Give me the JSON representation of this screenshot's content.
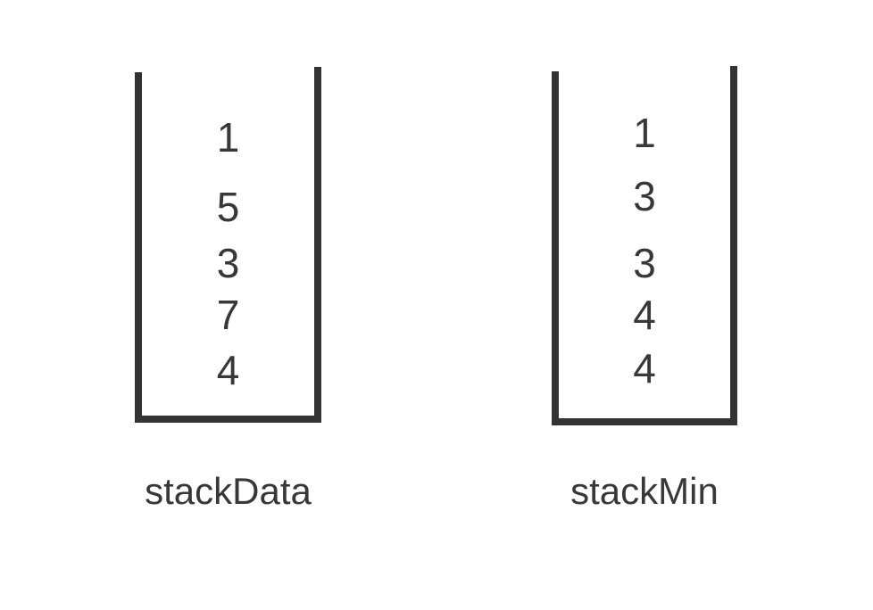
{
  "diagram": {
    "kind": "min-stack-illustration",
    "stacks": [
      {
        "label": "stackData",
        "values": [
          "1",
          "5",
          "3",
          "7",
          "4"
        ]
      },
      {
        "label": "stackMin",
        "values": [
          "1",
          "3",
          "3",
          "4",
          "4"
        ]
      }
    ],
    "colors": {
      "stroke": "#333333",
      "text": "#383838",
      "background": "#ffffff"
    }
  }
}
